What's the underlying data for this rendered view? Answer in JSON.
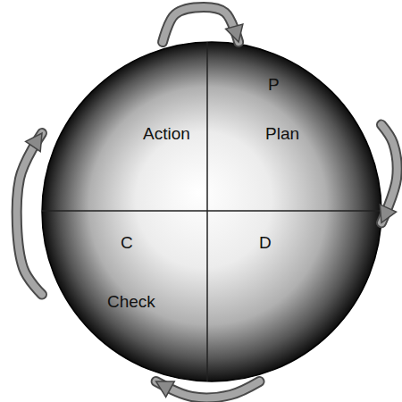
{
  "diagram": {
    "nodes": [
      {
        "text": [
          "Action"
        ]
      },
      {
        "text": [
          "P",
          "Plan"
        ]
      },
      {
        "text": [
          "C",
          "Check"
        ]
      },
      {
        "text": [
          "D"
        ]
      }
    ],
    "edges": [
      {
        "from": 0,
        "to": 1,
        "arrow": "to"
      },
      {
        "from": 1,
        "to": 3,
        "arrow": "to"
      },
      {
        "from": 3,
        "to": 2,
        "arrow": "to"
      },
      {
        "from": 2,
        "to": 0,
        "arrow": "to"
      }
    ]
  }
}
